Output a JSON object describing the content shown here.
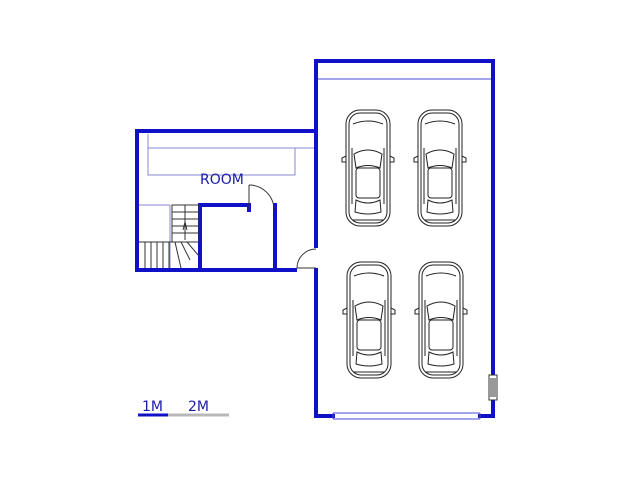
{
  "plan": {
    "room_label": "ROOM",
    "wall_color": "#1010c8",
    "thin_color": "#4a4ad8",
    "car_color": "#222222",
    "car_count": 4
  },
  "scale_bar": {
    "label_1": "1M",
    "label_2": "2M",
    "dark_color": "#1010c8",
    "light_color": "#b8b8b8"
  }
}
